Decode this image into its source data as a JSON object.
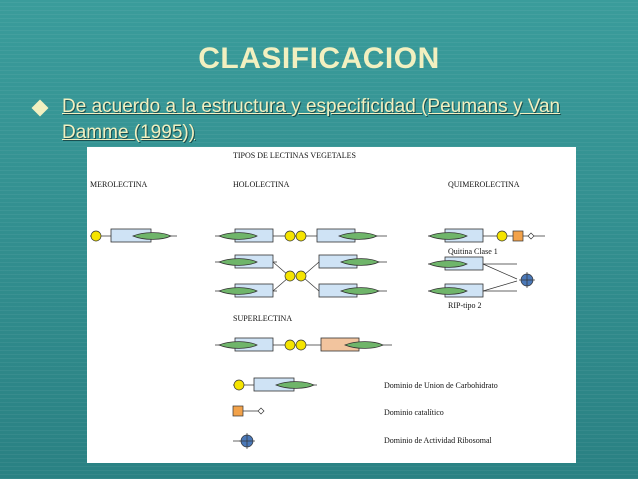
{
  "slide": {
    "title": "CLASIFICACION",
    "bullet_text": "De acuerdo a la estructura y especificidad  (Peumans y Van Damme (1995))"
  },
  "diagram": {
    "header": "TIPOS DE LECTINAS VEGETALES",
    "categories": {
      "merolectina": "MEROLECTINA",
      "hololectina": "HOLOLECTINA",
      "quimerolectina": "QUIMEROLECTINA",
      "superlectina": "SUPERLECTINA"
    },
    "examples": {
      "quitina": "Quitina Clase 1",
      "rip": "RIP-tipo 2"
    },
    "legend": {
      "carbohydrate": "Dominio de Union de Carbohidrato",
      "catalytic": "Dominio catalítico",
      "ribosomal": "Dominio de Actividad Ribosomal"
    },
    "colors": {
      "domain_box": "#cfe3f5",
      "leaf": "#6fb56a",
      "circle_yellow": "#f5e400",
      "catalytic": "#f2a24a",
      "superlectin_box": "#f2c49e",
      "ribosomal": "#4a78b8"
    }
  }
}
